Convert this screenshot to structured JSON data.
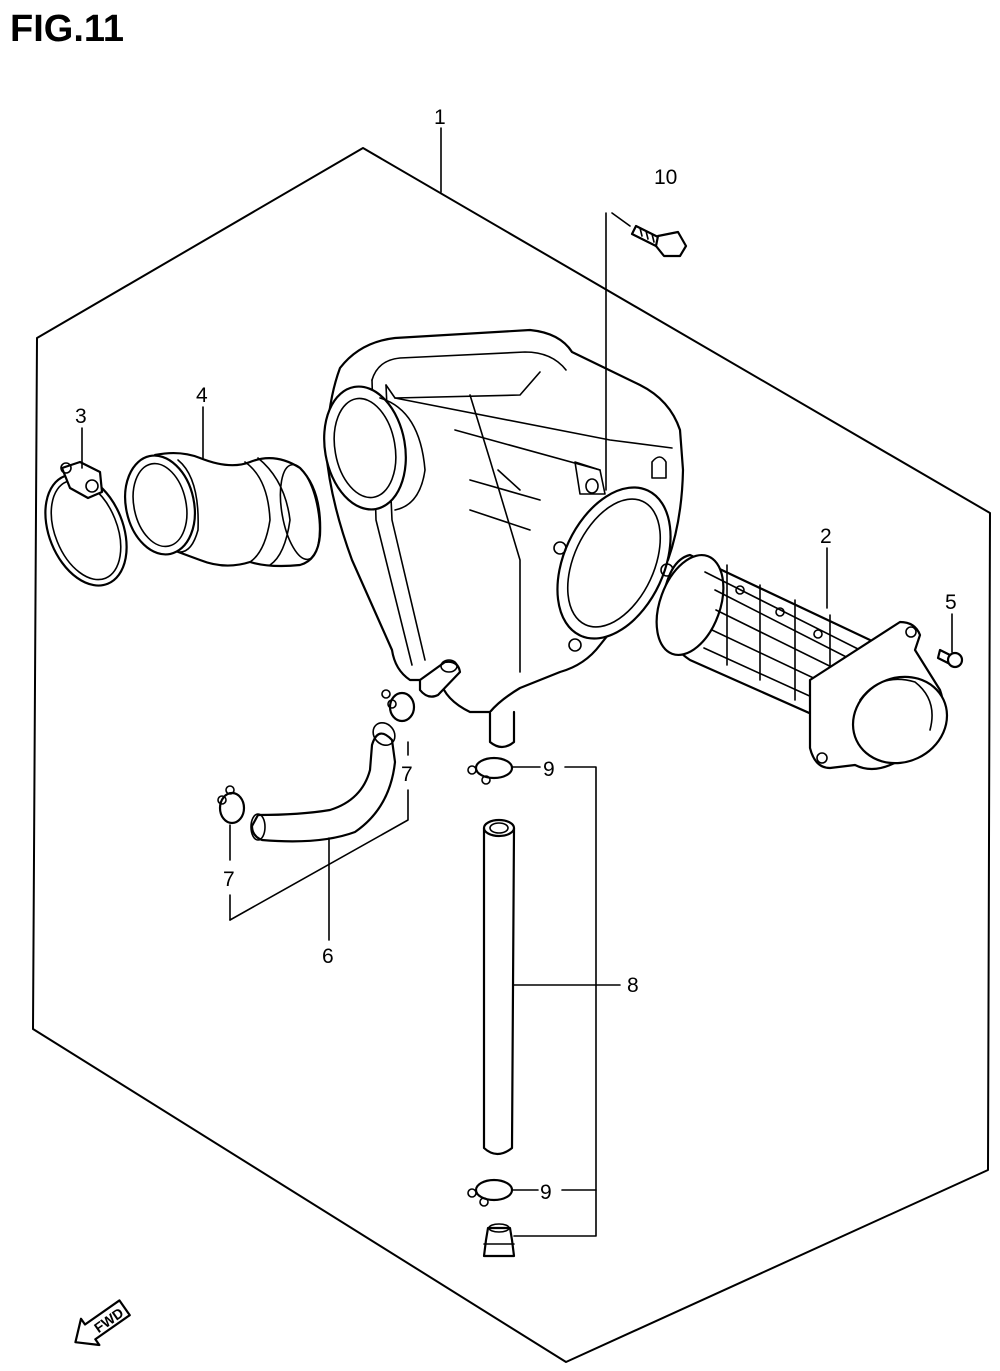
{
  "figure": {
    "title": "FIG.11"
  },
  "callouts": {
    "c1": "1",
    "c2": "2",
    "c3": "3",
    "c4": "4",
    "c5": "5",
    "c6": "6",
    "c7a": "7",
    "c7b": "7",
    "c8": "8",
    "c9a": "9",
    "c9b": "9",
    "c10": "10"
  },
  "fwd_arrow": {
    "label": "FWD",
    "icon": "forward-arrow-icon"
  }
}
